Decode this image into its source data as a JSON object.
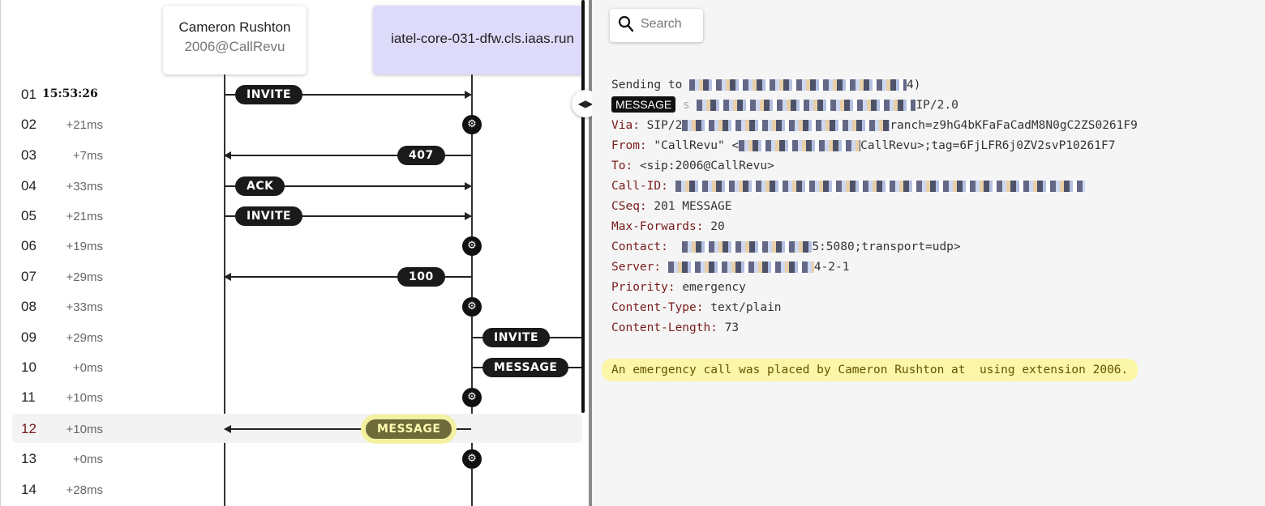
{
  "participants": [
    {
      "name": "Cameron Rushton",
      "sub": "2006@CallRevu"
    },
    {
      "name": "iatel-core-031-dfw.cls.iaas.run"
    }
  ],
  "rows": [
    {
      "num": "01",
      "time": "15:53:26",
      "label": "INVITE"
    },
    {
      "num": "02",
      "time": "+21ms"
    },
    {
      "num": "03",
      "time": "+7ms",
      "label": "407"
    },
    {
      "num": "04",
      "time": "+33ms",
      "label": "ACK"
    },
    {
      "num": "05",
      "time": "+21ms",
      "label": "INVITE"
    },
    {
      "num": "06",
      "time": "+19ms"
    },
    {
      "num": "07",
      "time": "+29ms",
      "label": "100"
    },
    {
      "num": "08",
      "time": "+33ms"
    },
    {
      "num": "09",
      "time": "+29ms",
      "label": "INVITE"
    },
    {
      "num": "10",
      "time": "+0ms",
      "label": "MESSAGE"
    },
    {
      "num": "11",
      "time": "+10ms"
    },
    {
      "num": "12",
      "time": "+10ms",
      "label": "MESSAGE"
    },
    {
      "num": "13",
      "time": "+0ms"
    },
    {
      "num": "14",
      "time": "+28ms"
    }
  ],
  "icons": {
    "gear": "gear-icon",
    "search": "search-icon",
    "handle": "split-handle-icon"
  },
  "search": {
    "placeholder": "Search"
  },
  "message": {
    "sending_prefix": "Sending to",
    "sending_suffix": "4)",
    "method": "MESSAGE",
    "request_prefix": "s",
    "request_suffix": "IP/2.0",
    "via_key": "Via:",
    "via_prefix": "SIP/2",
    "via_suffix": "ranch=z9hG4bKFaFaCadM8N0gC2ZS0261F9",
    "from_key": "From:",
    "from_prefix": "\"CallRevu\" <",
    "from_suffix": "CallRevu>;tag=6FjLFR6j0ZV2svP10261F7",
    "to_key": "To:",
    "to_value": "<sip:2006@CallRevu>",
    "callid_key": "Call-ID:",
    "cseq_key": "CSeq:",
    "cseq_value": "201 MESSAGE",
    "maxfwd_key": "Max-Forwards:",
    "maxfwd_value": "20",
    "contact_key": "Contact:",
    "contact_suffix": "5:5080;transport=udp>",
    "server_key": "Server:",
    "server_suffix": "4-2-1",
    "priority_key": "Priority:",
    "priority_value": "emergency",
    "ctype_key": "Content-Type:",
    "ctype_value": "text/plain",
    "clen_key": "Content-Length:",
    "clen_value": "73",
    "body": "An emergency call was placed by Cameron Rushton at  using extension 2006."
  },
  "colors": {
    "accent_header": "#7a1b1b",
    "highlight": "#fbf6a8",
    "participant2_bg": "#dddafa"
  }
}
